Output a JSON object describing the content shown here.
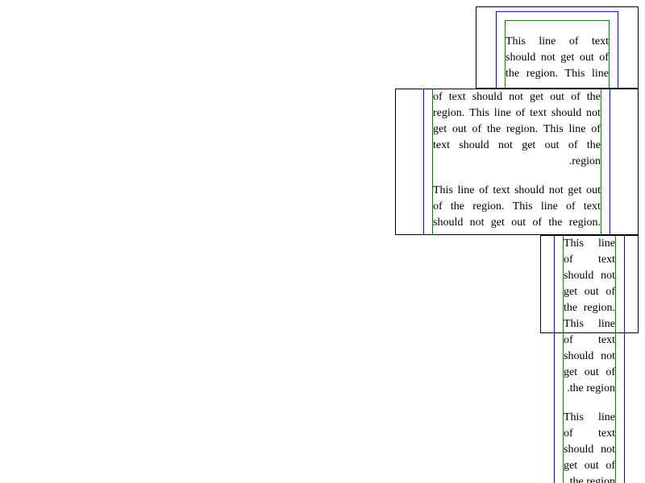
{
  "colors": {
    "region_border": "#000000",
    "padding_box": "#0000ff",
    "content_box": "#008000",
    "background": "#ffffff"
  },
  "region1": {
    "lines": [
      [
        "This",
        "line",
        "of",
        "text"
      ],
      [
        "should",
        "not",
        "get",
        "out",
        "of"
      ],
      [
        "the",
        "region.",
        "This",
        "line"
      ]
    ]
  },
  "region2": {
    "lines": [
      [
        "of",
        "text",
        "should",
        "not",
        "get",
        "out",
        "of",
        "the"
      ],
      [
        "region.",
        "This",
        "line",
        "of",
        "text",
        "should",
        "not"
      ],
      [
        "get",
        "out",
        "of",
        "the",
        "region.",
        "This",
        "line",
        "of"
      ],
      [
        "text",
        "should",
        "not",
        "get",
        "out",
        "of",
        "the"
      ],
      [
        ".region"
      ],
      [
        "This",
        "line",
        "of",
        "text",
        "should",
        "not",
        "get",
        "out"
      ],
      [
        "of",
        "the",
        "region.",
        "This",
        "line",
        "of",
        "text"
      ],
      [
        "should",
        "not",
        "get",
        "out",
        "of",
        "the",
        "region."
      ]
    ]
  },
  "region3": {
    "lines": [
      [
        "This",
        "line"
      ],
      [
        "of",
        "text"
      ],
      [
        "should",
        "not"
      ],
      [
        "get",
        "out",
        "of"
      ],
      [
        "the",
        "region."
      ],
      [
        "This",
        "line"
      ],
      [
        "of",
        "text"
      ],
      [
        "should",
        "not"
      ],
      [
        "get",
        "out",
        "of"
      ],
      [
        ".the region"
      ],
      [
        "This",
        "line"
      ],
      [
        "of",
        "text"
      ],
      [
        "should",
        "not"
      ],
      [
        "get",
        "out",
        "of"
      ],
      [
        ".the region"
      ]
    ]
  }
}
